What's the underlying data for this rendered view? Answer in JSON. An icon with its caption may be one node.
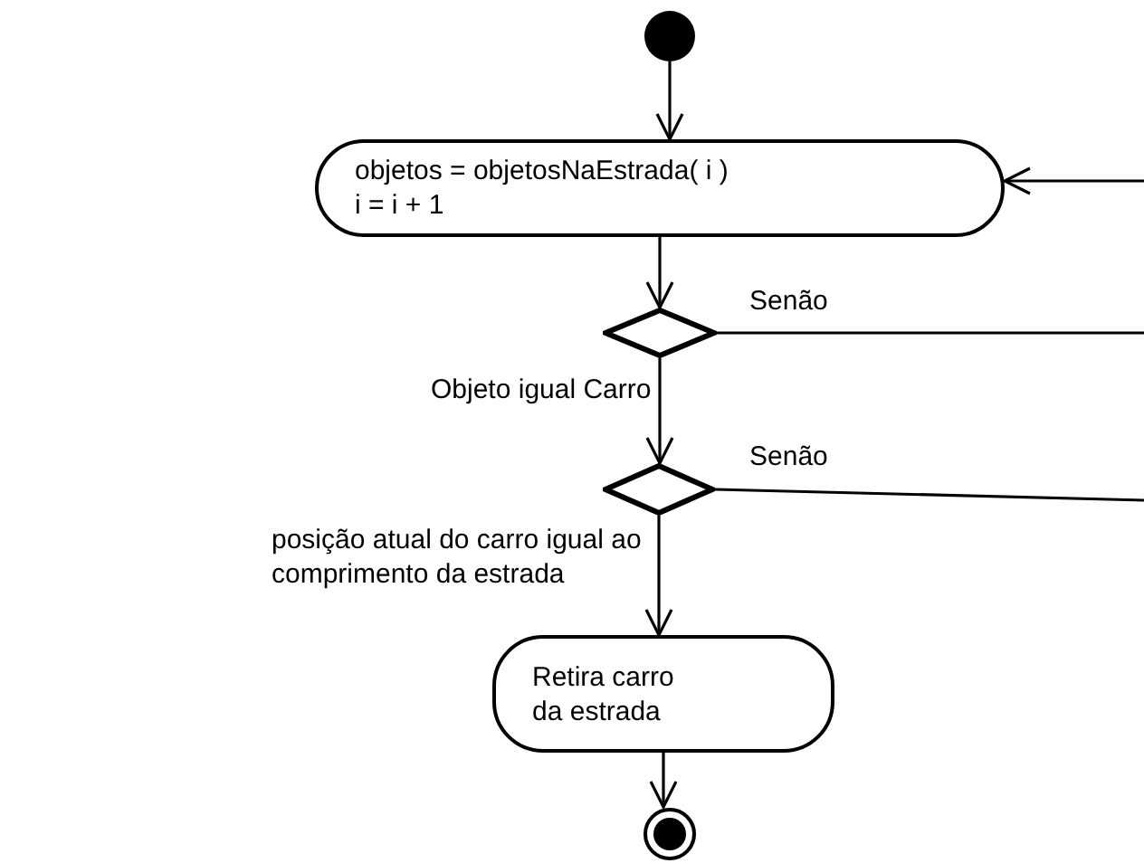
{
  "diagram": {
    "nodes": [
      {
        "text": [],
        "shape": "circle"
      },
      {
        "text": [
          "objetos = objetosNaEstrada( i )",
          "i = i + 1"
        ]
      },
      {
        "text": [],
        "shape": "diamond"
      },
      {
        "text": [],
        "shape": "diamond"
      },
      {
        "text": [
          "Retira carro da estrada"
        ]
      },
      {
        "text": [],
        "shape": "circle"
      }
    ],
    "edges": [
      {
        "from": 0,
        "to": 1,
        "arrow": "to"
      },
      {
        "from": null,
        "to": 1,
        "arrow": "to"
      },
      {
        "from": 1,
        "to": 2,
        "arrow": "to"
      },
      {
        "from": 2,
        "to": null,
        "label": "Senão",
        "arrow": "none"
      },
      {
        "from": 2,
        "to": 3,
        "label": "Objeto igual Carro",
        "arrow": "to"
      },
      {
        "from": 3,
        "to": null,
        "label": "Senão",
        "arrow": "none"
      },
      {
        "from": 3,
        "to": 4,
        "label": "posição atual do carro igual ao comprimento da estrada",
        "arrow": "to"
      },
      {
        "from": 4,
        "to": 5,
        "arrow": "to"
      }
    ]
  }
}
